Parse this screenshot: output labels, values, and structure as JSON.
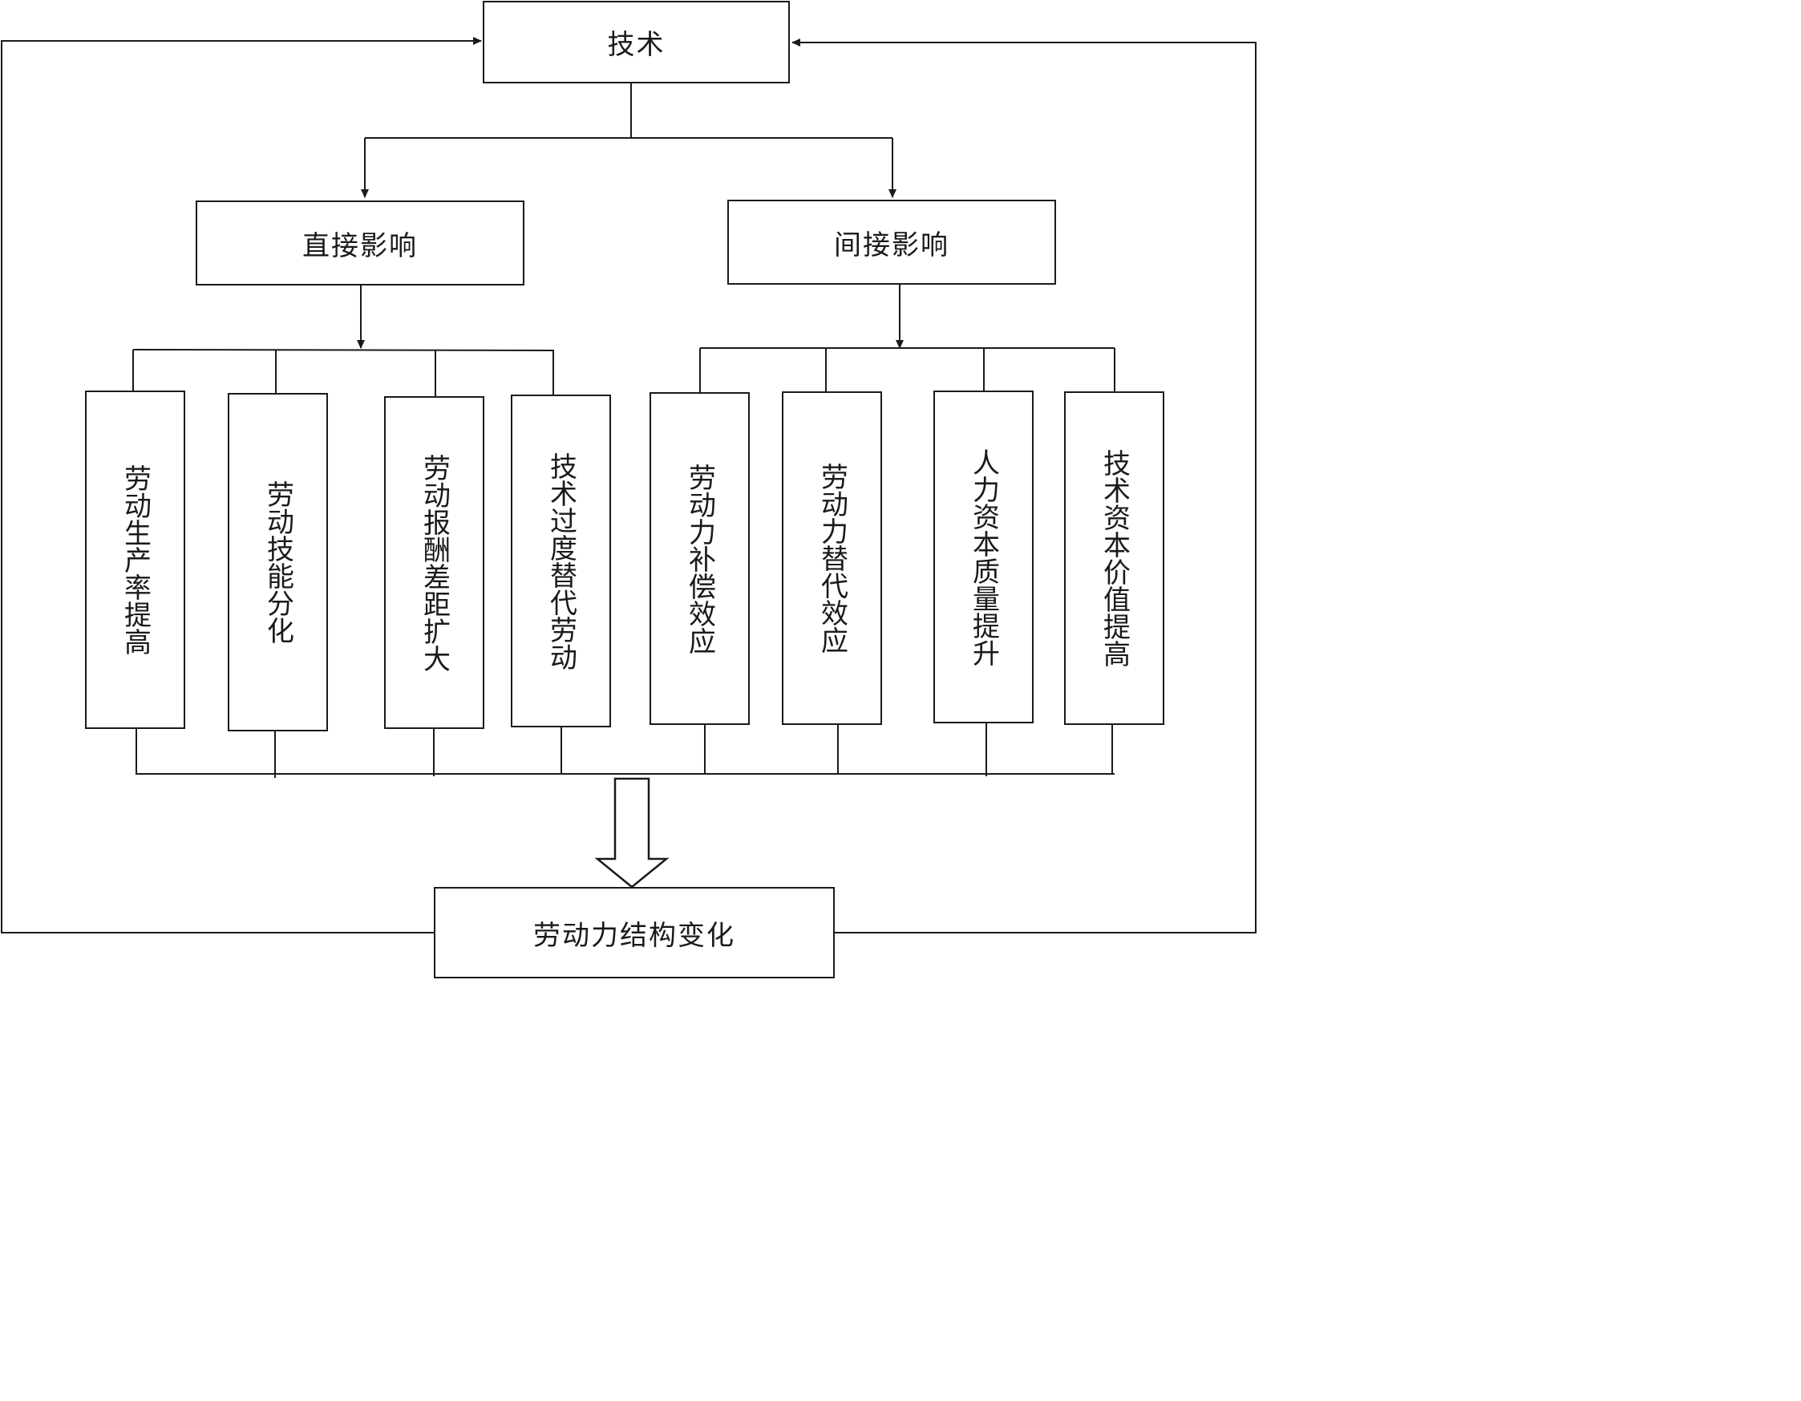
{
  "root": "技术",
  "branches": [
    {
      "label": "直接影响",
      "effects": [
        "劳动生产率提高",
        "劳动技能分化",
        "劳动报酬差距扩大",
        "技术过度替代劳动"
      ]
    },
    {
      "label": "间接影响",
      "effects": [
        "劳动力补偿效应",
        "劳动力替代效应",
        "人力资本质量提升",
        "技术资本价值提高"
      ]
    }
  ],
  "outcome": "劳动力结构变化"
}
